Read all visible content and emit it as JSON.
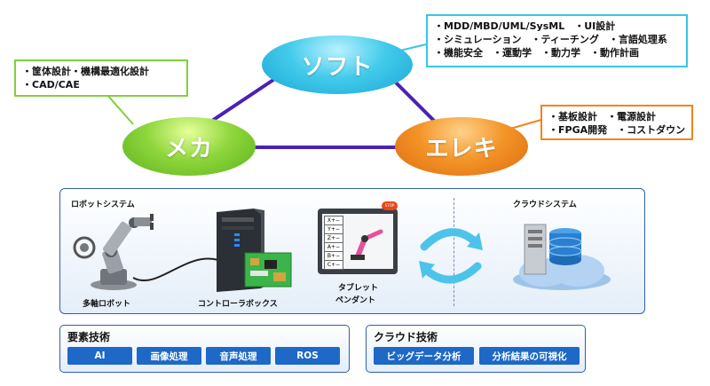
{
  "diagram": {
    "nodes": [
      {
        "id": "soft",
        "label": "ソフト",
        "color": "#38c6e8"
      },
      {
        "id": "meka",
        "label": "メカ",
        "color": "#7fd13a"
      },
      {
        "id": "ereki",
        "label": "エレキ",
        "color": "#f0841a"
      }
    ],
    "edges": [
      {
        "from": "soft",
        "to": "meka"
      },
      {
        "from": "soft",
        "to": "ereki"
      },
      {
        "from": "meka",
        "to": "ereki"
      }
    ],
    "edge_color": "#4b21b5"
  },
  "callouts": {
    "soft": [
      "・MDD/MBD/UML/SysML　・UI設計",
      "・シミュレーション　・ティーチング　・言語処理系",
      "・機能安全　・運動学　・動力学　・動作計画"
    ],
    "meka": [
      "・筐体設計・機構最適化設計",
      "・CAD/CAE"
    ],
    "ereki": [
      "・基板設計　・電源設計",
      "・FPGA開発　・コストダウン"
    ]
  },
  "callout_colors": {
    "soft": "#38c6e8",
    "meka": "#7fd13a",
    "ereki": "#f0841a"
  },
  "system": {
    "robot_system_label": "ロボットシステム",
    "cloud_system_label": "クラウドシステム",
    "robot_label": "多軸ロボット",
    "controller_label": "コントローラボックス",
    "pendant_label_1": "タブレット",
    "pendant_label_2": "ペンダント",
    "pendant_keys": [
      "X+−",
      "Y+−",
      "Z+−",
      "A+−",
      "B+−",
      "C+−"
    ],
    "pendant_button": "STOP"
  },
  "tech": {
    "element": {
      "title": "要素技術",
      "items": [
        "AI",
        "画像処理",
        "音声処理",
        "ROS"
      ]
    },
    "cloud": {
      "title": "クラウド技術",
      "items": [
        "ビッグデータ分析",
        "分析結果の可視化"
      ]
    }
  },
  "colors": {
    "accent": "#1e68c7",
    "panel_border": "#2f5fa8"
  }
}
